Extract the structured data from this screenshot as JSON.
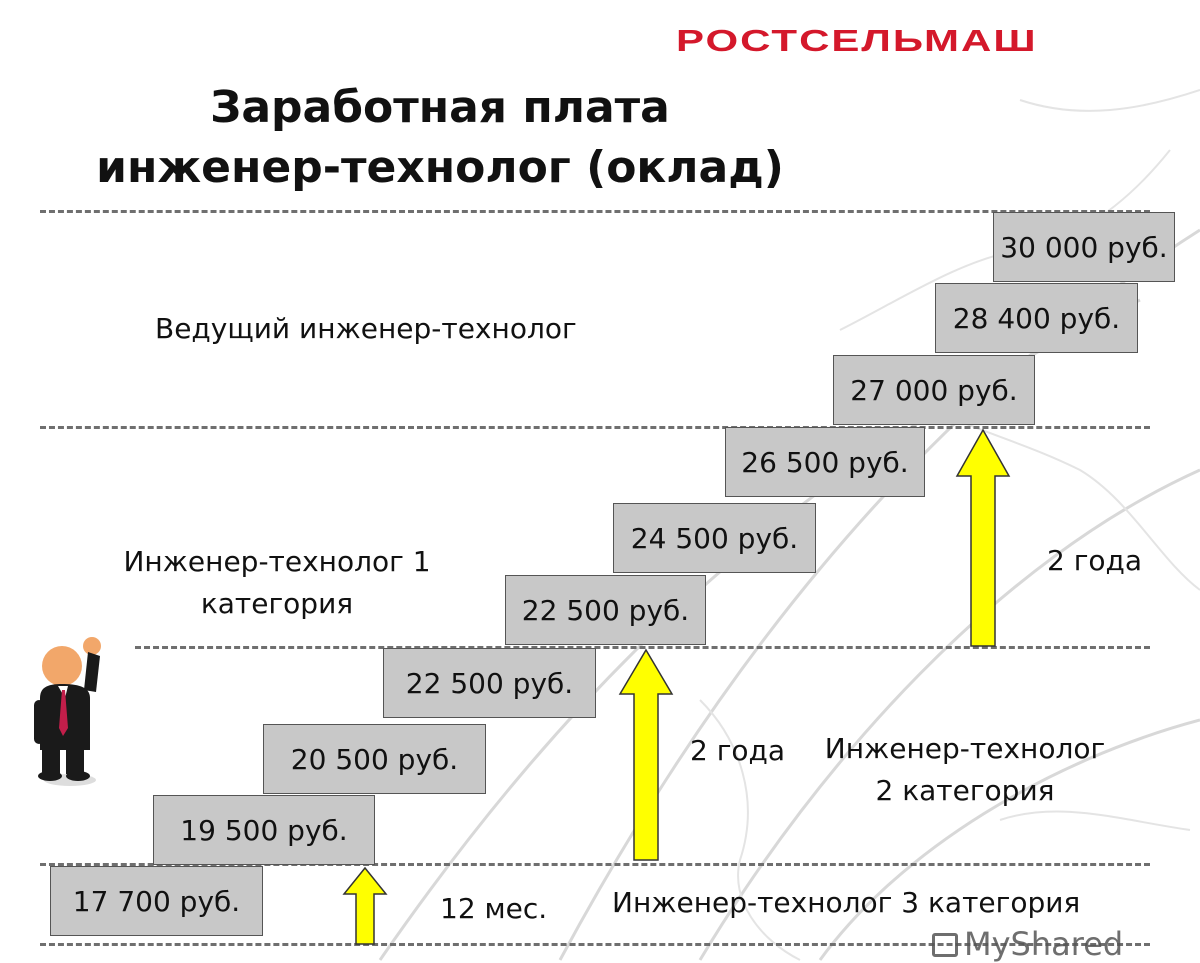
{
  "logo": "РОСТСЕЛЬМАШ",
  "title": {
    "line1": "Заработная плата",
    "line2": "инженер-технолог (оклад)"
  },
  "steps": [
    "17 700 руб.",
    "19 500 руб.",
    "20 500 руб.",
    "22 500 руб.",
    "22 500 руб.",
    "24 500 руб.",
    "26 500 руб.",
    "27 000 руб.",
    "28 400 руб.",
    "30 000 руб."
  ],
  "levels": {
    "lead": "Ведущий инженер-технолог",
    "cat1_line1": "Инженер-технолог 1",
    "cat1_line2": "категория",
    "cat2_line1": "Инженер-технолог",
    "cat2_line2": "2 категория",
    "cat3": "Инженер-технолог 3 категория"
  },
  "durations": {
    "first": "12 мес.",
    "second": "2 года",
    "third": "2 года"
  },
  "watermark": "MyShared",
  "colors": {
    "logo": "#d4182b",
    "step_fill": "#c8c8c8",
    "arrow_fill": "#ffff00"
  }
}
